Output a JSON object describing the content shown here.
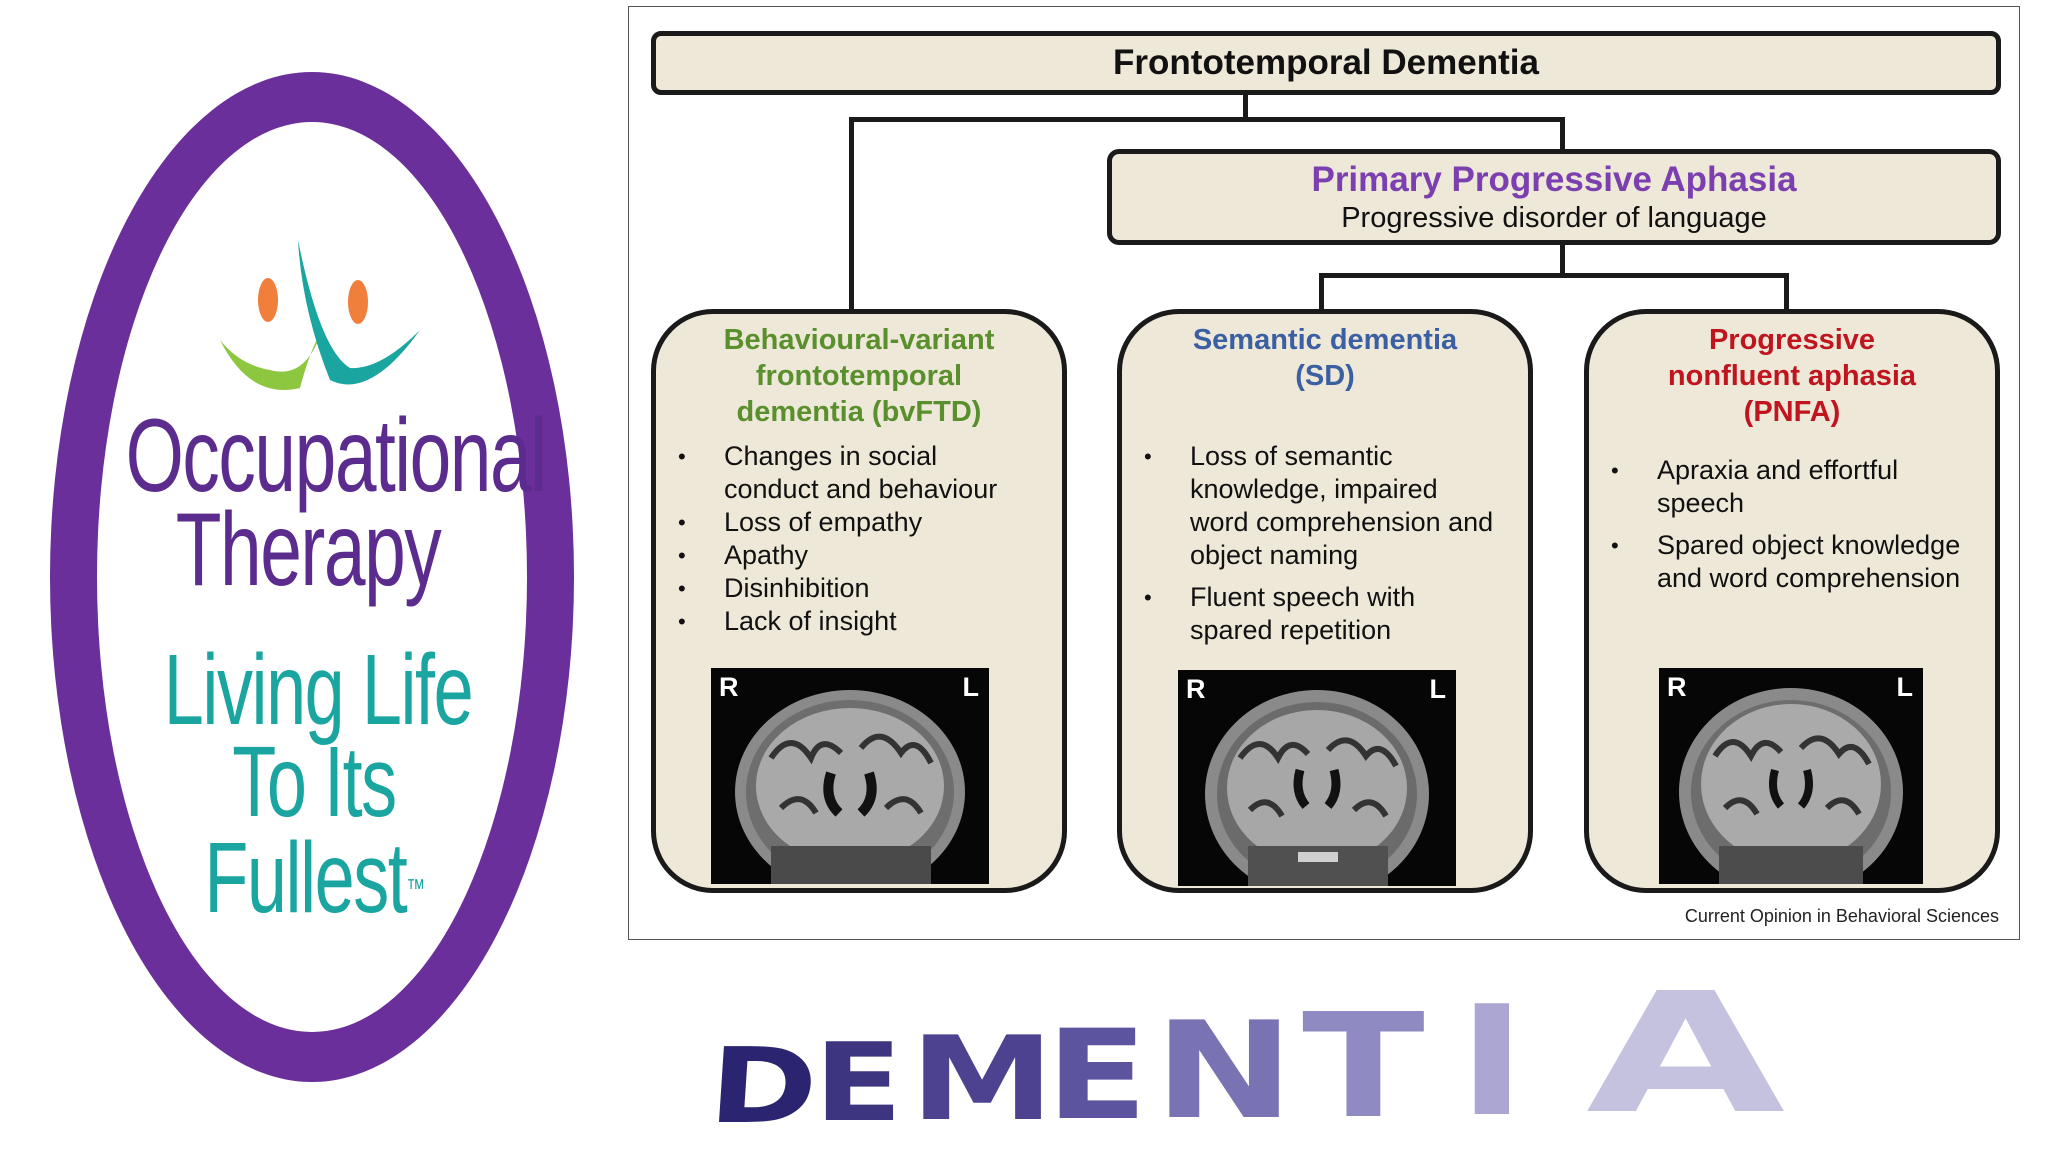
{
  "logo": {
    "line1": "Occupational",
    "line2": "Therapy",
    "line3": "Living Life",
    "line4": "To Its Fullest",
    "trademark": "™",
    "colors": {
      "ring": "#6a2f9a",
      "purple_text": "#5b2b8e",
      "teal_text": "#1aa5a0",
      "green_swoosh": "#8dc63f",
      "orange_figures": "#f07f3c"
    }
  },
  "diagram": {
    "root": "Frontotemporal Dementia",
    "ppa": {
      "title": "Primary Progressive Aphasia",
      "subtitle": "Progressive disorder of language"
    },
    "variants": [
      {
        "title": [
          "Behavioural-variant",
          "frontotemporal",
          "dementia (bvFTD)"
        ],
        "color": "#5a8f2d",
        "bullets": [
          [
            "Changes in social",
            "conduct and behaviour"
          ],
          [
            "Loss of empathy"
          ],
          [
            "Apathy"
          ],
          [
            "Disinhibition"
          ],
          [
            "Lack of insight"
          ]
        ],
        "mri": {
          "left_label": "R",
          "right_label": "L"
        }
      },
      {
        "title": [
          "Semantic dementia",
          "(SD)"
        ],
        "color": "#3b5fa3",
        "bullets": [
          [
            "Loss of semantic",
            "knowledge, impaired",
            "word comprehension and",
            "object naming"
          ],
          [
            "Fluent speech with",
            "spared repetition"
          ]
        ],
        "mri": {
          "left_label": "R",
          "right_label": "L"
        }
      },
      {
        "title": [
          "Progressive",
          "nonfluent aphasia",
          "(PNFA)"
        ],
        "color": "#c0141e",
        "bullets": [
          [
            "Apraxia and effortful",
            "speech"
          ],
          [
            "Spared object knowledge",
            "and word comprehension"
          ]
        ],
        "mri": {
          "left_label": "R",
          "right_label": "L"
        }
      }
    ],
    "bullet_symbol": "•",
    "credit": "Current Opinion in Behavioral Sciences",
    "colors": {
      "box_fill": "#eee8d8",
      "border": "#1a1a1a",
      "ppa_title": "#7b3fb0"
    }
  },
  "wordart": {
    "text": "DEMENTIA",
    "letter_colors": [
      "#2b2470",
      "#3d357f",
      "#4c428f",
      "#5d54a0",
      "#7a73b3",
      "#908ac2",
      "#aba6d2",
      "#c5c2e0"
    ]
  }
}
